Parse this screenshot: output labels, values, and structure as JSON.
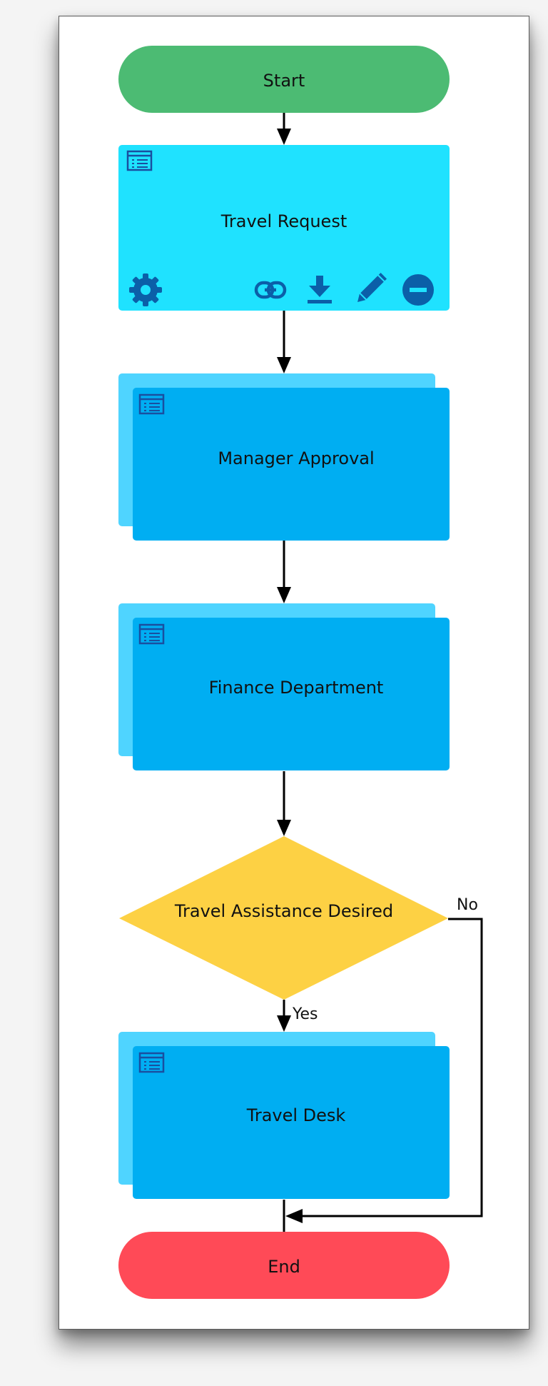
{
  "diagram": {
    "nodes": {
      "start": {
        "label": "Start",
        "color": "#4CBB73"
      },
      "travel_request": {
        "label": "Travel Request",
        "color": "#1FE2FF",
        "toolbar_icons": [
          "gear-icon",
          "link-icon",
          "download-icon",
          "pencil-icon",
          "remove-icon"
        ]
      },
      "manager_approval": {
        "label": "Manager Approval",
        "color": "#00AEF2"
      },
      "finance_department": {
        "label": "Finance Department",
        "color": "#00AEF2"
      },
      "decision": {
        "label": "Travel Assistance Desired",
        "color": "#FDD144"
      },
      "travel_desk": {
        "label": "Travel Desk",
        "color": "#00AEF2"
      },
      "end": {
        "label": "End",
        "color": "#FF4A57"
      }
    },
    "edges": {
      "yes_label": "Yes",
      "no_label": "No"
    },
    "colors": {
      "stack_back": "#4FD4FF",
      "icon_dark": "#0B5FA8",
      "line": "#000000"
    }
  }
}
